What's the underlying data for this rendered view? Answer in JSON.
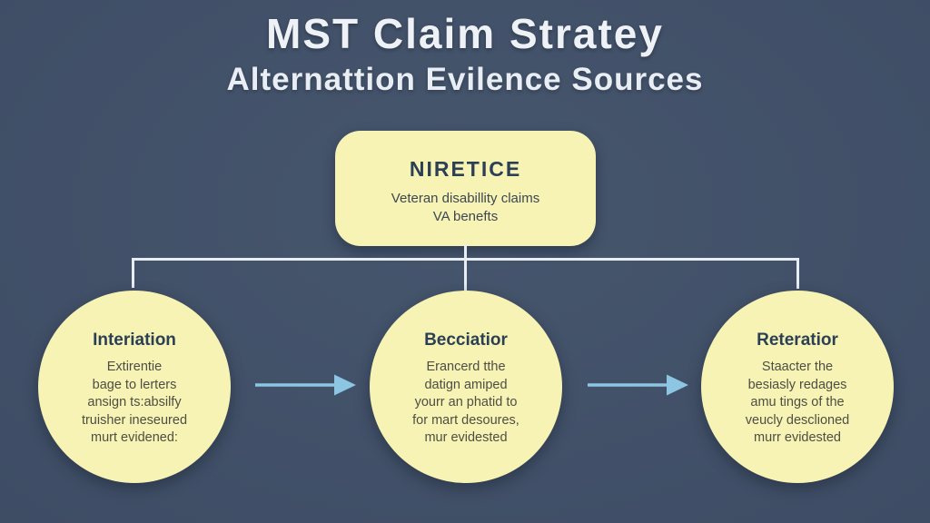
{
  "header": {
    "title": "MST Claim Stratey",
    "subtitle": "Alternattion Evilence Sources"
  },
  "root": {
    "title": "NIRETICE",
    "lines": [
      "Veteran disabillity claims",
      "VA benefts"
    ]
  },
  "nodes": [
    {
      "title": "Interiation",
      "lines": [
        "Extirentie",
        "bage to lerters",
        "ansign ts:absilfy",
        "truisher ineseured",
        "murt evidened:"
      ]
    },
    {
      "title": "Becciatior",
      "lines": [
        "Erancerd tthe",
        "datign amiped",
        "yourr an phatid to",
        "for mart desoures,",
        "mur evidested"
      ]
    },
    {
      "title": "Reteratior",
      "lines": [
        "Staacter the",
        "besiasly redages",
        "amu tings of the",
        "veucly desclioned",
        "murr evidested"
      ]
    }
  ],
  "colors": {
    "background": "#3f4e66",
    "node_fill": "#f6f3b4",
    "heading_text": "#eef1f6",
    "node_title_text": "#2c4055",
    "node_body_text": "#4e4e44",
    "connector": "#e7edf2",
    "arrow": "#8cc6e2"
  }
}
